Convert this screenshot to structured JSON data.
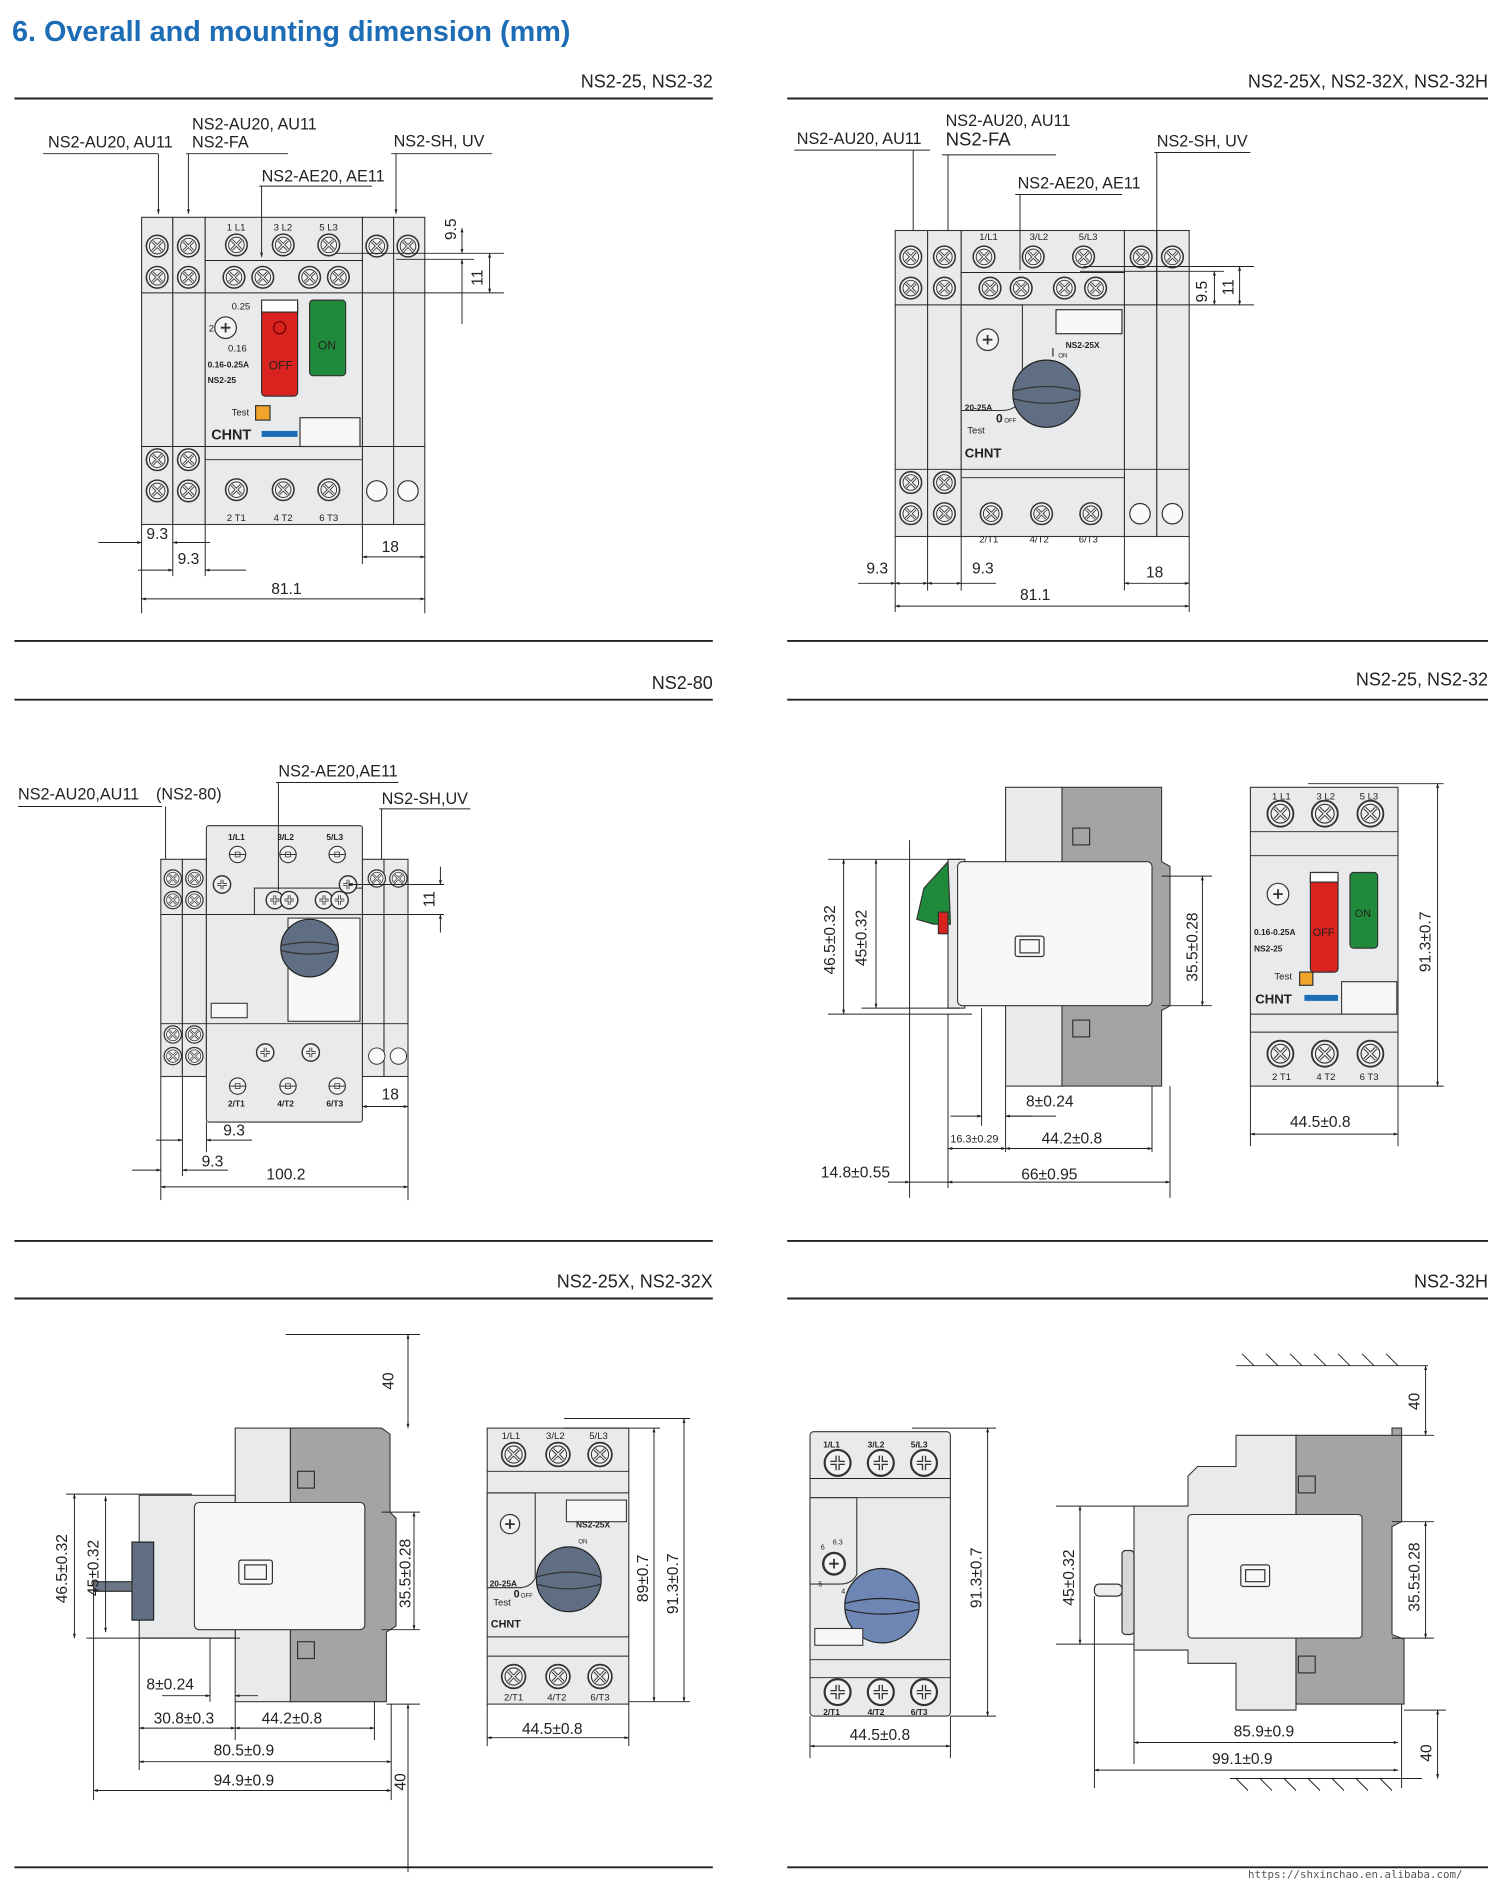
{
  "title": "6. Overall and mounting dimension (mm)",
  "colors": {
    "title": "#1d6db6",
    "off_button": "#d8231f",
    "on_button": "#1f8a3a",
    "knob": "#5f6e82",
    "brand": "#1d6db6"
  },
  "panels": {
    "p1": {
      "header": "NS2-25,  NS2-32",
      "callouts": [
        "NS2-AU20, AU11",
        "NS2-AU20, AU11",
        "NS2-FA",
        "NS2-AE20, AE11",
        "NS2-SH, UV"
      ],
      "dims": [
        "9.5",
        "11",
        "9.3",
        "9.3",
        "18",
        "81.1"
      ],
      "terminals_top": [
        "1 L1",
        "3 L2",
        "5 L3"
      ],
      "terminals_bottom": [
        "2 T1",
        "4 T2",
        "6 T3"
      ],
      "dial": [
        "0.25",
        "2",
        "0.16"
      ],
      "rating": "0.16-0.25A",
      "model": "NS2-25",
      "off": "OFF",
      "on": "ON",
      "test": "Test",
      "brand": "CHNT"
    },
    "p2": {
      "header": "NS2-25X, NS2-32X, NS2-32H",
      "callouts": [
        "NS2-AU20, AU11",
        "NS2-AU20, AU11",
        "NS2-FA",
        "NS2-AE20, AE11",
        "NS2-SH, UV"
      ],
      "dims": [
        "9.5",
        "11",
        "9.3",
        "9.3",
        "18",
        "81.1"
      ],
      "terminals_top": [
        "1/L1",
        "3/L2",
        "5/L3"
      ],
      "terminals_bottom": [
        "2/T1",
        "4/T2",
        "6/T3"
      ],
      "model": "NS2-25X",
      "on": "I",
      "on_sub": "ON",
      "rating": "20-25A",
      "off": "0",
      "off_sub": "OFF",
      "test": "Test",
      "brand": "CHNT"
    },
    "p3": {
      "header": "NS2-80",
      "callouts": [
        "NS2-AU20,AU11",
        "(NS2-80)",
        "NS2-AE20,AE11",
        "NS2-SH,UV"
      ],
      "dims": [
        "11",
        "18",
        "9.3",
        "9.3",
        "100.2"
      ],
      "terminals_top": [
        "1/L1",
        "3/L2",
        "5/L3"
      ],
      "terminals_bottom": [
        "2/T1",
        "4/T2",
        "6/T3"
      ]
    },
    "p4": {
      "header": "NS2-25, NS2-32",
      "dims": [
        "46.5±0.32",
        "45±0.32",
        "35.5±0.28",
        "8±0.24",
        "16.3±0.29",
        "44.2±0.8",
        "14.8±0.55",
        "66±0.95",
        "91.3±0.7",
        "44.5±0.8"
      ],
      "terminals_top": [
        "1 L1",
        "3 L2",
        "5 L3"
      ],
      "terminals_bottom": [
        "2 T1",
        "4 T2",
        "6 T3"
      ],
      "rating": "0.16-0.25A",
      "model": "NS2-25",
      "off": "OFF",
      "on": "ON",
      "test": "Test",
      "brand": "CHNT"
    },
    "p5": {
      "header": "NS2-25X, NS2-32X",
      "dims": [
        "40",
        "46.5±0.32",
        "45±0.32",
        "35.5±0.28",
        "8±0.24",
        "30.8±0.3",
        "44.2±0.8",
        "80.5±0.9",
        "94.9±0.9",
        "40",
        "89±0.7",
        "91.3±0.7",
        "44.5±0.8"
      ],
      "terminals_top": [
        "1/L1",
        "3/L2",
        "5/L3"
      ],
      "terminals_bottom": [
        "2/T1",
        "4/T2",
        "6/T3"
      ],
      "model": "NS2-25X",
      "on_sub": "ON",
      "rating": "20-25A",
      "off": "0",
      "off_sub": "OFF",
      "test": "Test",
      "brand": "CHNT"
    },
    "p6": {
      "header": "NS2-32H",
      "dims": [
        "91.3±0.7",
        "44.5±0.8",
        "40",
        "45±0.32",
        "35.5±0.28",
        "85.9±0.9",
        "99.1±0.9",
        "40"
      ],
      "terminals_top": [
        "1/L1",
        "3/L2",
        "5/L3"
      ],
      "terminals_bottom": [
        "2/T1",
        "4/T2",
        "6/T3"
      ],
      "dial": [
        "6.3",
        "6",
        "5",
        "4"
      ]
    }
  },
  "footer_url": "https://shxinchao.en.alibaba.com/"
}
